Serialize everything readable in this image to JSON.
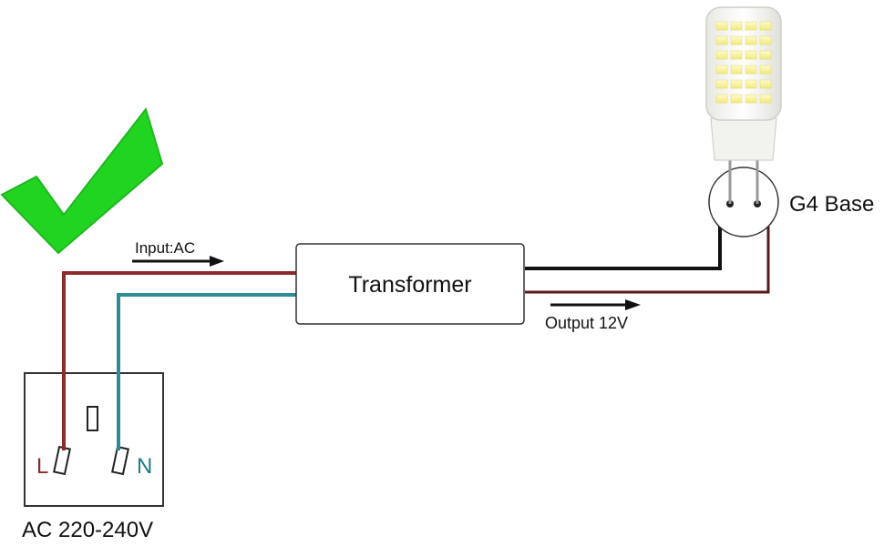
{
  "labels": {
    "input": "Input:AC",
    "transformer": "Transformer",
    "output": "Output 12V",
    "base": "G4 Base",
    "socket": "AC 220-240V",
    "live": "L",
    "neutral": "N"
  },
  "colors": {
    "live_wire": "#8b2b2b",
    "neutral_wire": "#2e8c99",
    "dc_wire": "#111111",
    "checkmark": "#22d422",
    "neutral_text": "#1f7c8a",
    "live_text": "#8b2b2b"
  },
  "icons": {
    "checkmark": "check-icon",
    "bulb": "g4-led-bulb-icon",
    "socket": "wall-socket-icon"
  }
}
